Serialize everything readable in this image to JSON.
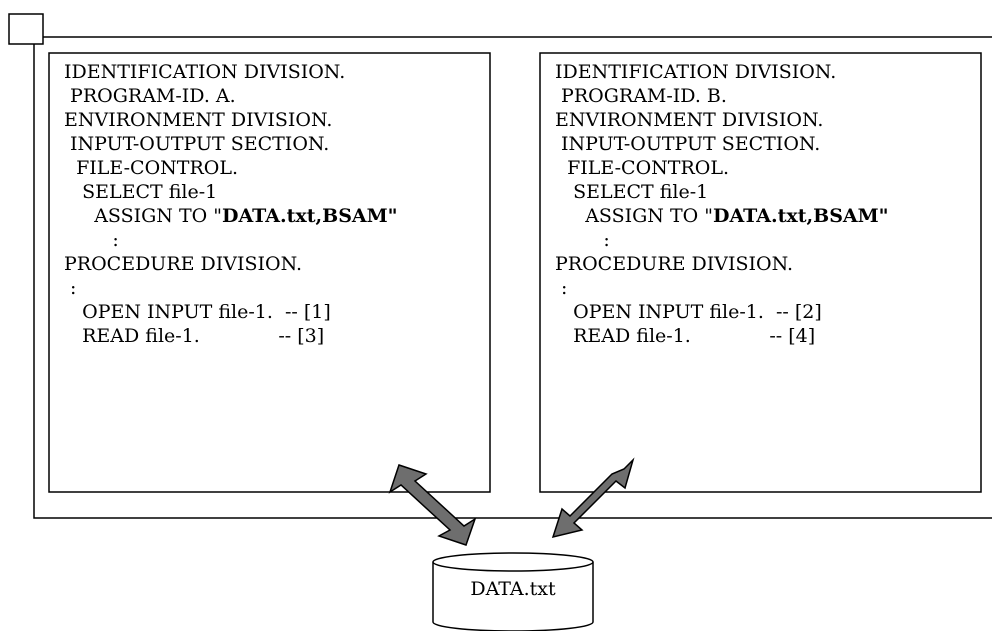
{
  "program_a": {
    "lines": [
      "IDENTIFICATION DIVISION.",
      " PROGRAM-ID. A.",
      "ENVIRONMENT DIVISION.",
      " INPUT-OUTPUT SECTION.",
      "  FILE-CONTROL.",
      "   SELECT file-1",
      "     ASSIGN TO \"",
      "        :",
      "PROCEDURE DIVISION.",
      " :",
      "   OPEN INPUT file-1.  -- [1]",
      "   READ file-1.             -- [3]"
    ],
    "assign_value": "DATA.txt,BSAM\""
  },
  "program_b": {
    "lines": [
      "IDENTIFICATION DIVISION.",
      " PROGRAM-ID. B.",
      "ENVIRONMENT DIVISION.",
      " INPUT-OUTPUT SECTION.",
      "  FILE-CONTROL.",
      "   SELECT file-1",
      "     ASSIGN TO \"",
      "        :",
      "PROCEDURE DIVISION.",
      " :",
      "   OPEN INPUT file-1.  -- [2]",
      "   READ file-1.             -- [4]"
    ],
    "assign_value": "DATA.txt,BSAM\""
  },
  "data_file": {
    "label": "DATA.txt"
  },
  "colors": {
    "line": "#000000",
    "arrow_fill": "#6e6e6e",
    "background": "#ffffff"
  }
}
